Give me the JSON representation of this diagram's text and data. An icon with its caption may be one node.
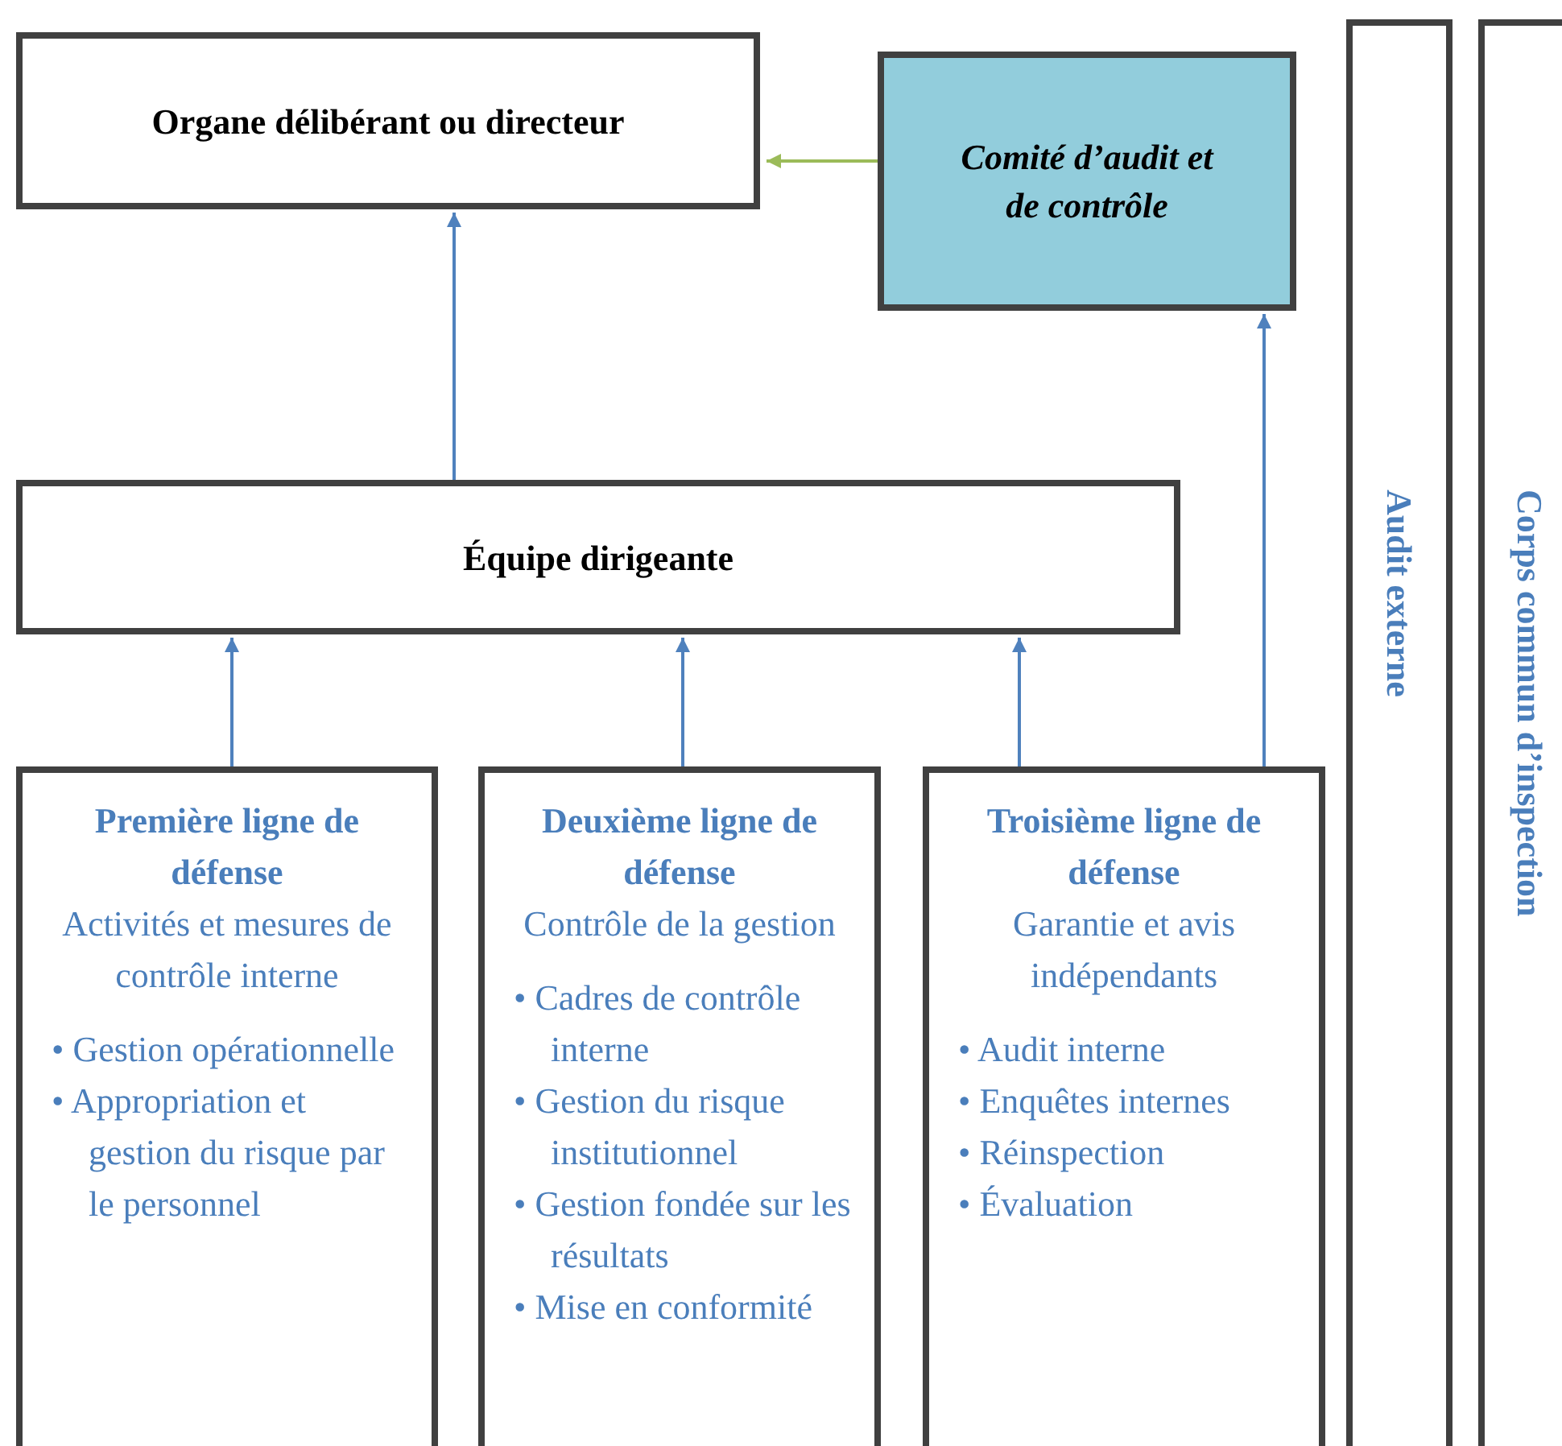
{
  "diagram": {
    "nodes": [
      {
        "text": [
          "Organe délibérant ou directeur"
        ]
      },
      {
        "text": [
          "Comité d’audit et de contrôle"
        ]
      },
      {
        "text": [
          "Équipe dirigeante"
        ]
      },
      {
        "text": [
          "Première ligne de défense",
          "Activités et mesures de contrôle interne",
          "• Gestion opérationnelle",
          "• Appropriation et gestion du risque par le personnel"
        ]
      },
      {
        "text": [
          "Deuxième ligne de défense",
          "Contrôle de la gestion",
          "• Cadres de contrôle interne",
          "• Gestion du risque institutionnel",
          "• Gestion fondée sur les résultats",
          "• Mise en conformité"
        ]
      },
      {
        "text": [
          "Troisième ligne de défense",
          "Garantie et avis indépendants",
          "• Audit interne",
          "• Enquêtes internes",
          "• Réinspection",
          "• Évaluation"
        ]
      },
      {
        "text": [
          "Audit externe"
        ]
      },
      {
        "text": [
          "Corps commun d’inspection"
        ]
      }
    ],
    "edges": [
      {
        "from": 1,
        "to": 0,
        "arrow": "to",
        "color": "#9bbb59"
      },
      {
        "from": 2,
        "to": 0,
        "arrow": "to"
      },
      {
        "from": 3,
        "to": 2,
        "arrow": "to"
      },
      {
        "from": 4,
        "to": 2,
        "arrow": "to"
      },
      {
        "from": 5,
        "to": 2,
        "arrow": "to"
      },
      {
        "from": 5,
        "to": 1,
        "arrow": "to"
      }
    ]
  }
}
